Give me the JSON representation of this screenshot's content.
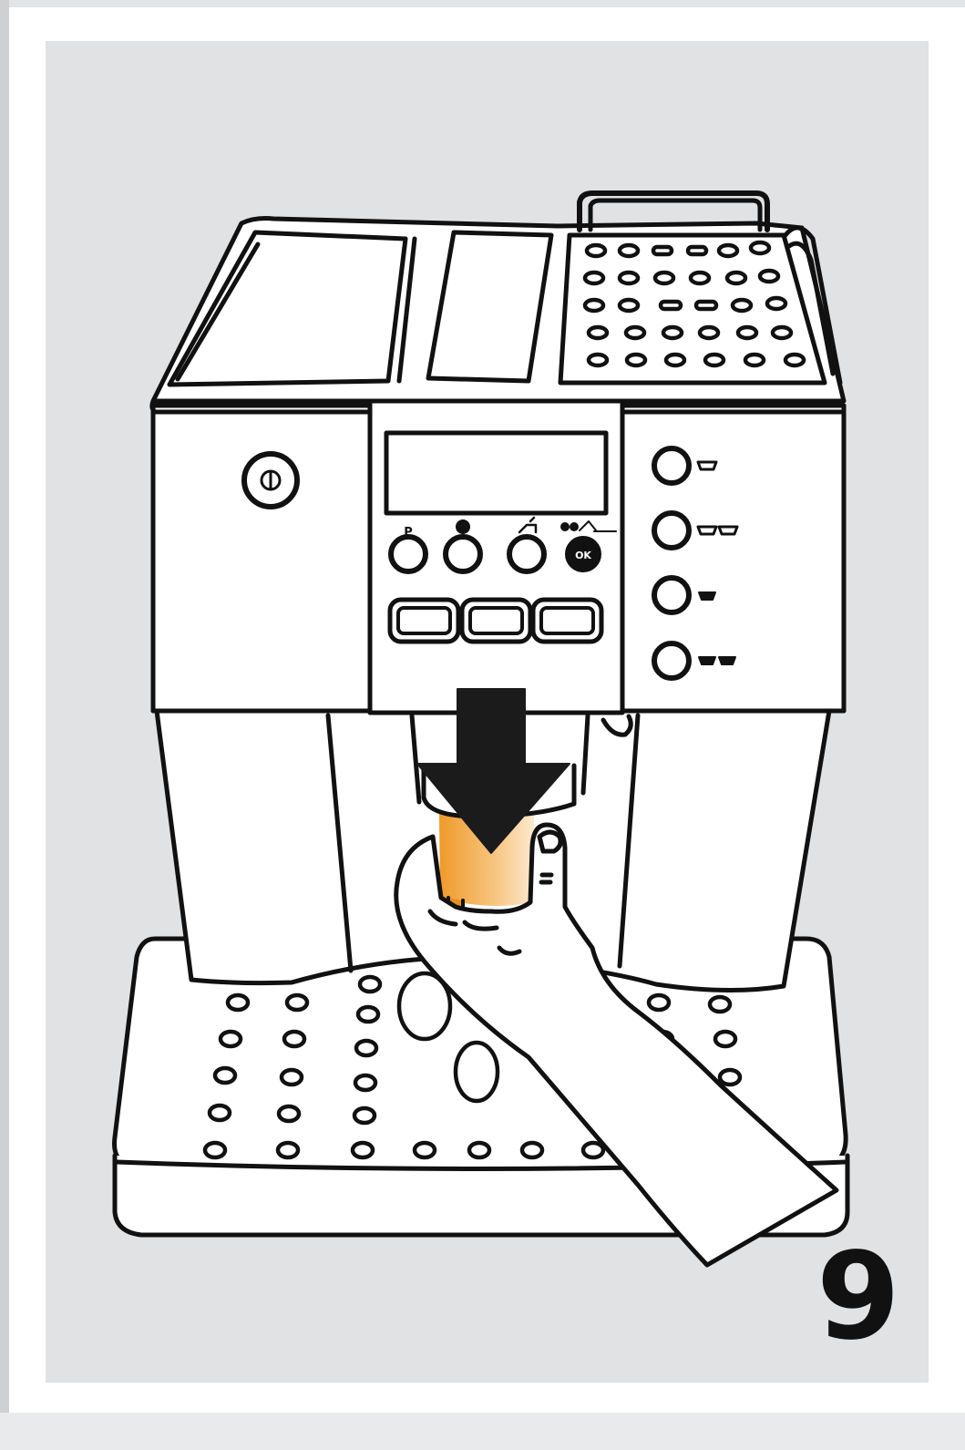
{
  "step": {
    "number": "9"
  },
  "labels": {
    "menu_button": "P",
    "ok_button": "OK"
  },
  "icons": [
    "power-icon",
    "menu-p-icon",
    "descale-icon",
    "steam-icon",
    "ok-icon",
    "single-cup-icon",
    "double-cup-icon",
    "single-espresso-icon",
    "double-espresso-icon",
    "down-arrow-icon",
    "hand-icon",
    "water-filter-icon"
  ],
  "colors": {
    "panel_background": "#e1e2e4",
    "outline": "#111111",
    "filter_orange": "#f2a33a",
    "arrow": "#1b1b1b"
  }
}
